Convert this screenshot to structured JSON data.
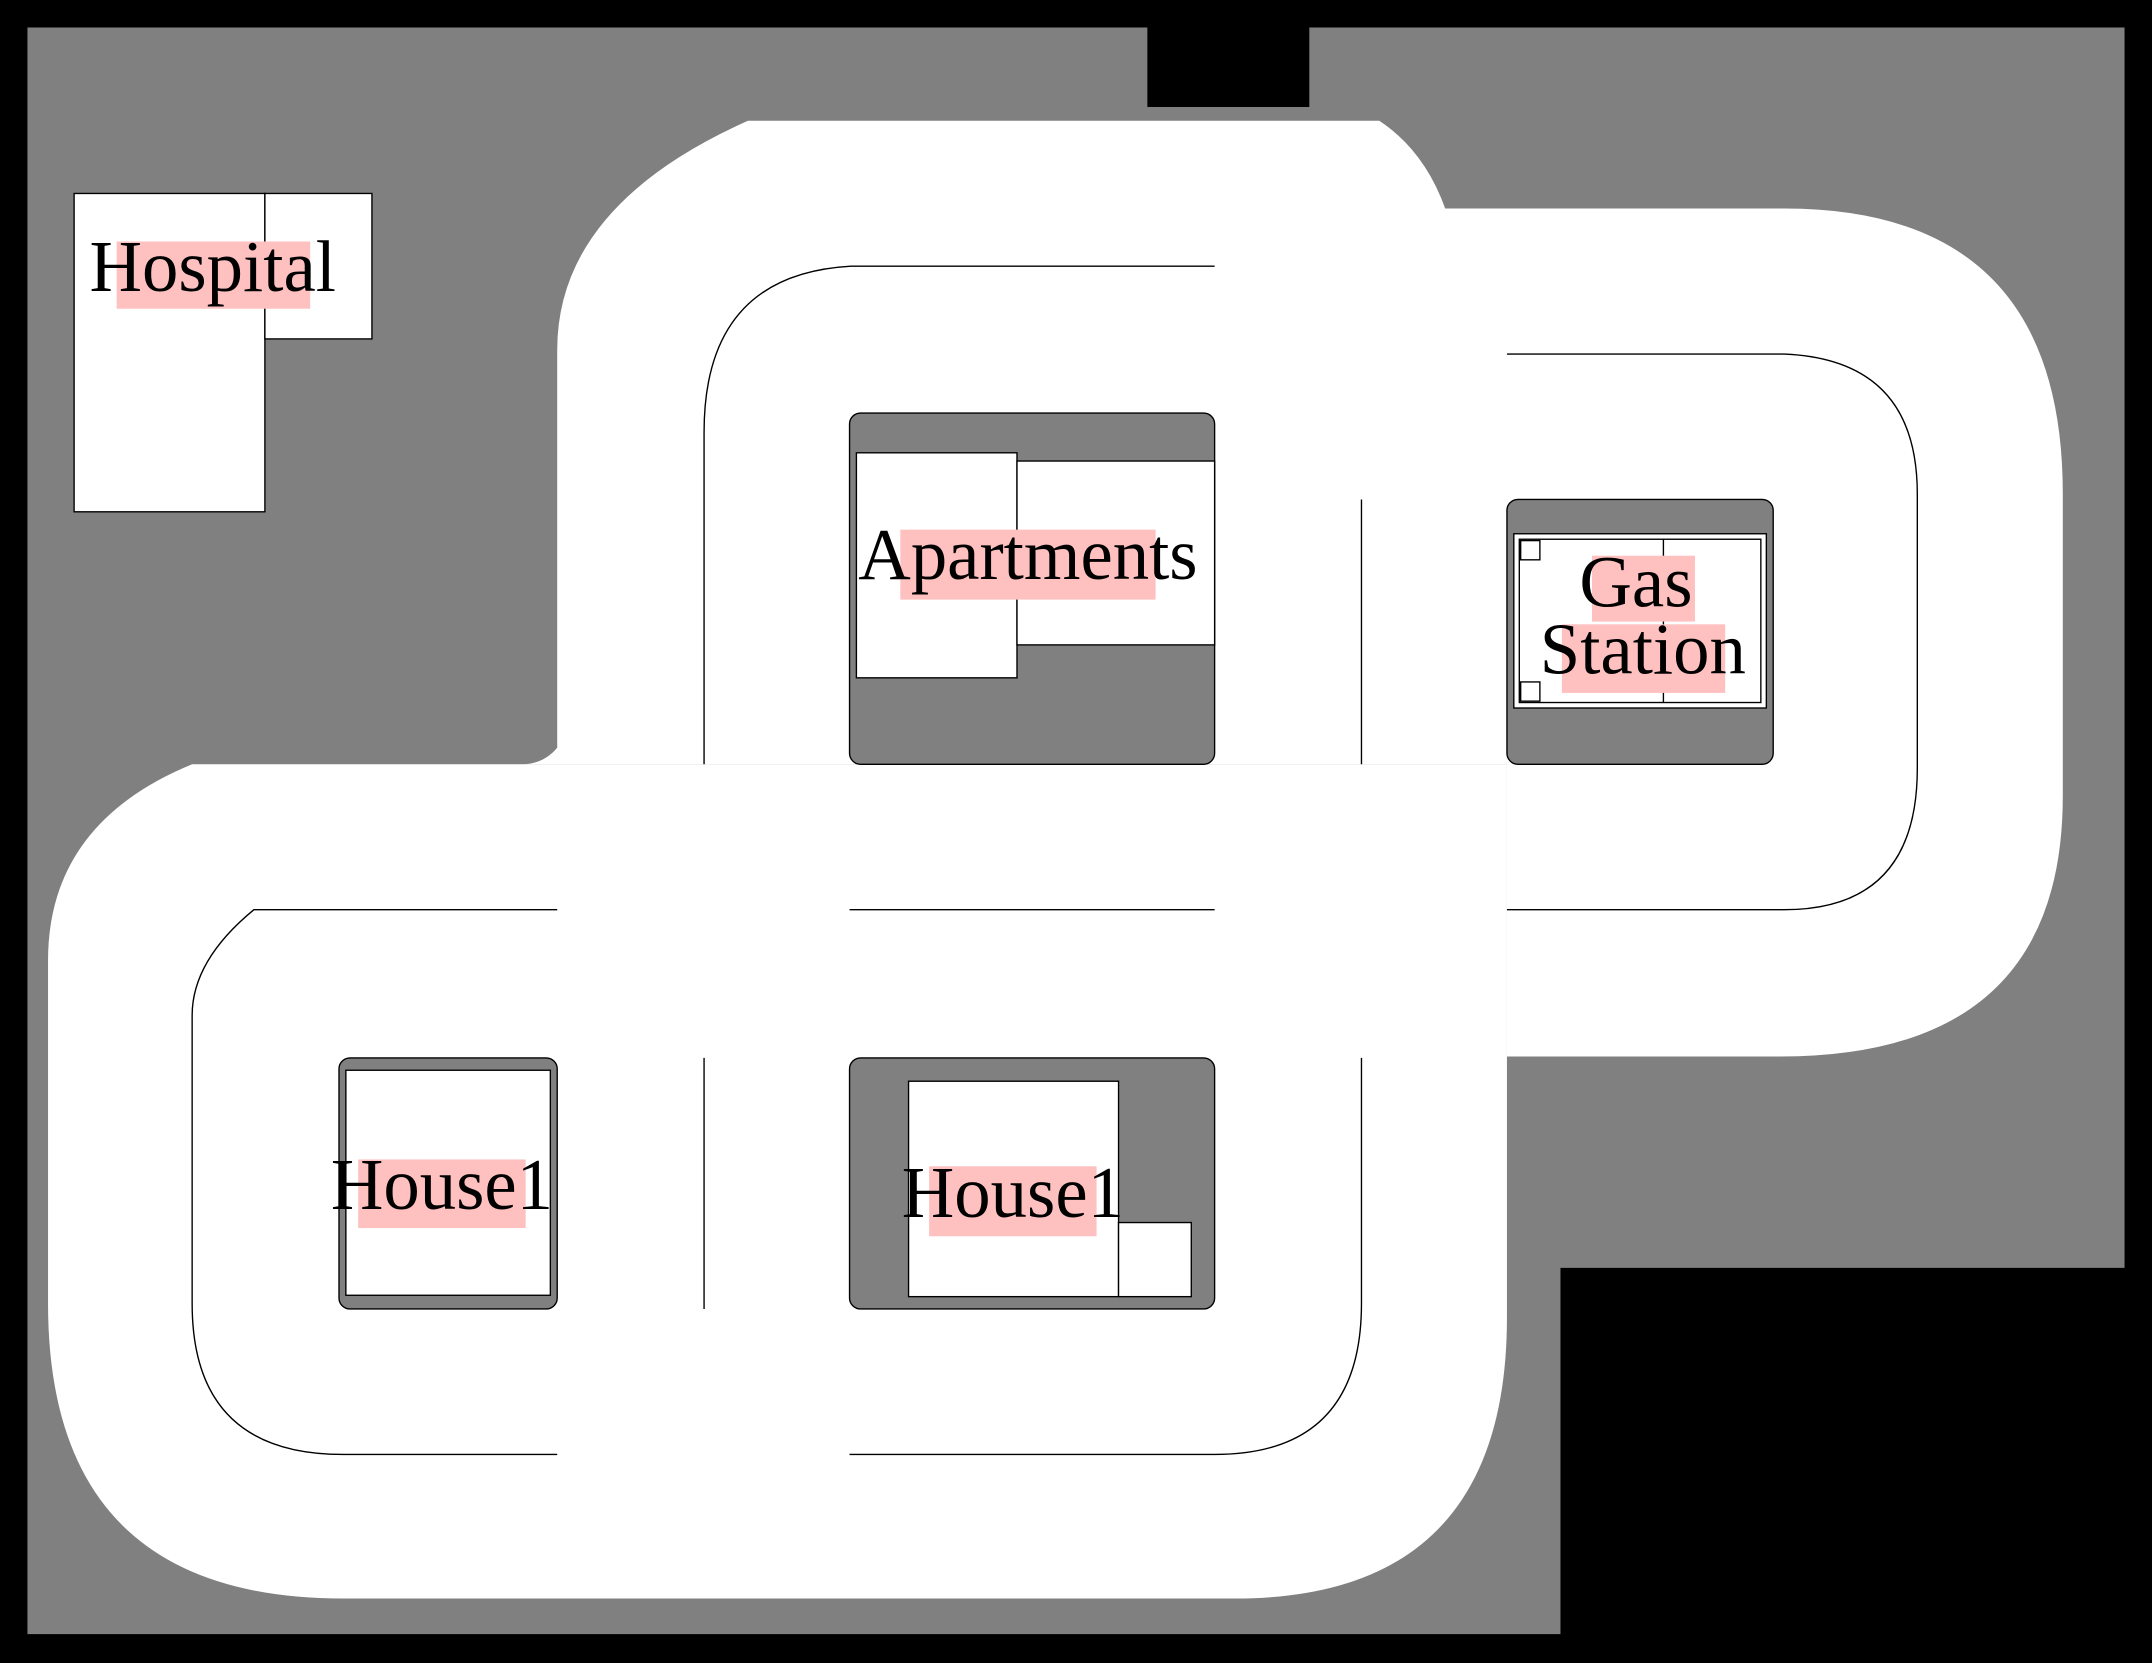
{
  "map": {
    "colors": {
      "background": "#000000",
      "ground": "#808080",
      "road": "#ffffff",
      "label_highlight": "#ffc0c0",
      "outline": "#000000"
    },
    "locations": [
      {
        "id": "hospital",
        "label": "Hospital"
      },
      {
        "id": "apartments",
        "label": "Apartments"
      },
      {
        "id": "gas_station",
        "label_line1": "Gas",
        "label_line2": "Station"
      },
      {
        "id": "house_west",
        "label": "House1"
      },
      {
        "id": "house_center",
        "label": "House1"
      }
    ]
  }
}
